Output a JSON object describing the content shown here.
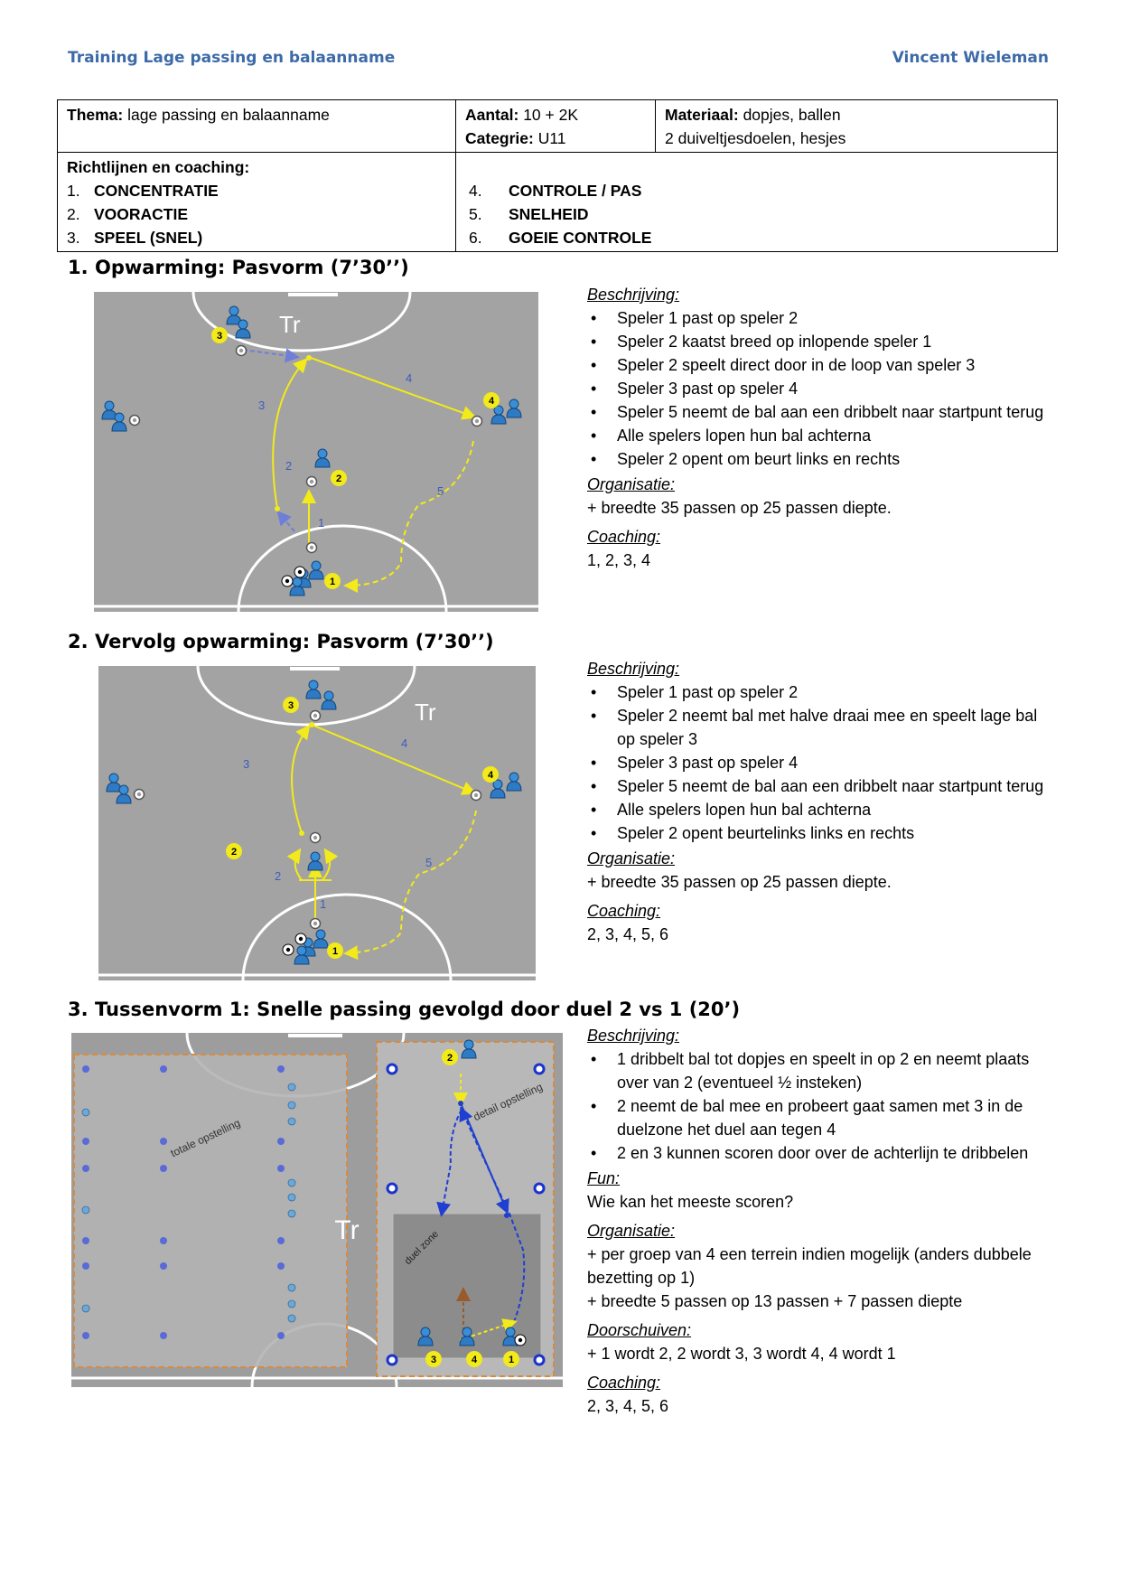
{
  "header": {
    "left": "Training Lage passing en balaanname",
    "right": "Vincent Wieleman"
  },
  "info": {
    "thema_label": "Thema:",
    "thema_value": "lage passing en balaanname",
    "aantal_label": "Aantal:",
    "aantal_value": "10 + 2K",
    "categorie_label": "Categrie:",
    "categorie_value": "U11",
    "materiaal_label": "Materiaal:",
    "materiaal_value": "dopjes, ballen",
    "materiaal_value2": "2 duiveltjesdoelen, hesjes",
    "richtlijnen_label": "Richtlijnen en coaching:",
    "richtlijnen": [
      {
        "n": "1.",
        "t": "CONCENTRATIE"
      },
      {
        "n": "2.",
        "t": "VOORACTIE"
      },
      {
        "n": "3.",
        "t": "SPEEL (SNEL)"
      },
      {
        "n": "4.",
        "t": "CONTROLE / PAS"
      },
      {
        "n": "5.",
        "t": "SNELHEID"
      },
      {
        "n": "6.",
        "t": "GOEIE CONTROLE"
      }
    ]
  },
  "sections": [
    {
      "num": "1.",
      "title": "Opwarming: Pasvorm (7’30’’)",
      "beschrijving_label": "Beschrijving:",
      "bullets": [
        "Speler 1 past op speler 2",
        "Speler 2 kaatst breed op inlopende speler 1",
        "Speler 2 speelt direct door in de loop van speler 3",
        "Speler 3 past op speler 4",
        "Speler 5 neemt de bal aan een dribbelt naar startpunt terug",
        "Alle spelers lopen hun bal achterna",
        "Speler 2 opent om beurt links en rechts"
      ],
      "organisatie_label": "Organisatie:",
      "organisatie": "+ breedte 35 passen op 25 passen diepte.",
      "coaching_label": "Coaching:",
      "coaching": "1, 2, 3, 4",
      "diagram": {
        "tr": "Tr",
        "p1": "1",
        "p2": "2",
        "p3": "3",
        "p4": "4",
        "l1": "1",
        "l2": "2",
        "l3": "3",
        "l4": "4",
        "l5": "5"
      }
    },
    {
      "num": "2.",
      "title": "Vervolg opwarming: Pasvorm (7’30’’)",
      "beschrijving_label": "Beschrijving:",
      "bullets": [
        "Speler 1 past op speler 2",
        "Speler 2 neemt bal met halve draai mee en speelt lage bal op speler 3",
        "Speler 3 past op speler 4",
        "Speler 5 neemt de bal aan een dribbelt naar startpunt terug",
        "Alle spelers lopen hun bal achterna",
        "Speler 2 opent beurtelinks links en rechts"
      ],
      "organisatie_label": "Organisatie:",
      "organisatie": "+ breedte 35 passen op 25 passen diepte.",
      "coaching_label": "Coaching:",
      "coaching": "2, 3, 4, 5, 6",
      "diagram": {
        "tr": "Tr",
        "p1": "1",
        "p2": "2",
        "p3": "3",
        "p4": "4",
        "l1": "1",
        "l2": "2",
        "l3": "3",
        "l4": "4",
        "l5": "5"
      }
    },
    {
      "num": "3.",
      "title": "Tussenvorm 1: Snelle passing gevolgd door duel 2 vs 1 (20’)",
      "beschrijving_label": "Beschrijving:",
      "bullets": [
        "1 dribbelt bal tot dopjes en speelt in op 2 en neemt plaats over van 2 (eventueel ½ insteken)",
        "2 neemt de bal mee en probeert gaat samen met 3 in de duelzone het duel aan tegen 4",
        "2 en 3 kunnen scoren door over de achterlijn te dribbelen"
      ],
      "fun_label": "Fun:",
      "fun": "Wie kan het meeste scoren?",
      "organisatie_label": "Organisatie:",
      "organisatie": "+ per groep van 4 een terrein indien mogelijk (anders dubbele bezetting op 1)",
      "organisatie2": "+ breedte 5 passen op 13 passen + 7 passen diepte",
      "doorschuiven_label": "Doorschuiven:",
      "doorschuiven": "+ 1 wordt 2,  2 wordt 3, 3 wordt 4,  4 wordt 1",
      "coaching_label": "Coaching:",
      "coaching": "2, 3, 4, 5, 6",
      "diagram": {
        "tr": "Tr",
        "totale": "totale opstelling",
        "detail": "detail opstelling",
        "duel": "duel zone",
        "p1": "1",
        "p2": "2",
        "p3": "3",
        "p4": "4"
      }
    }
  ],
  "colors": {
    "header": "#3c6aa8",
    "field": "#a3a3a3",
    "yellow": "#f2ea1a",
    "blue_cone": "#2233cc"
  }
}
